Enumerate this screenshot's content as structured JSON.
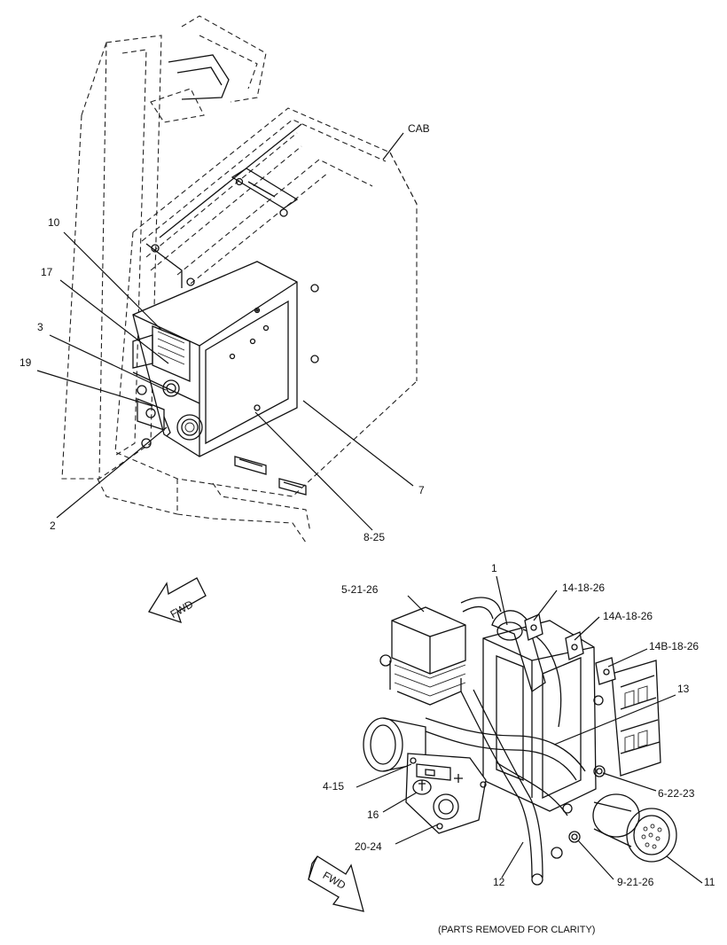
{
  "labels": {
    "cab": "CAB",
    "c10": "10",
    "c17": "17",
    "c3": "3",
    "c19": "19",
    "c2": "2",
    "c7": "7",
    "c8_25": "8-25",
    "c1": "1",
    "c5_21_26": "5-21-26",
    "c14_18_26": "14-18-26",
    "c14a_18_26": "14A-18-26",
    "c14b_18_26": "14B-18-26",
    "c13": "13",
    "c6_22_23": "6-22-23",
    "c4_15": "4-15",
    "c16": "16",
    "c20_24": "20-24",
    "c12": "12",
    "c9_21_26": "9-21-26",
    "c11": "11"
  },
  "arrows": {
    "fwd_top": "FWD",
    "fwd_bottom": "FWD"
  },
  "caption": "(PARTS REMOVED FOR CLARITY)"
}
